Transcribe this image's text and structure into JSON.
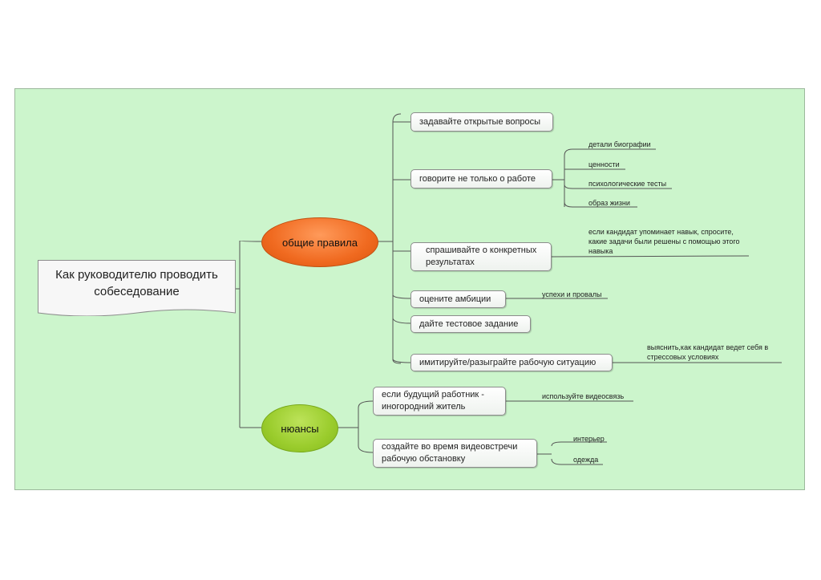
{
  "root": {
    "line1": "Как руководителю проводить",
    "line2": "собеседование"
  },
  "branches": [
    {
      "label": "общие правила",
      "color": "#f06a20",
      "topics": [
        {
          "label": "задавайте открытые вопросы"
        },
        {
          "label": "говорите не только о работе",
          "leaves": [
            "детали биографии",
            "ценности",
            "психологические тесты",
            "образ жизни"
          ]
        },
        {
          "label": "спрашивайте о конкретных результатах",
          "leaves": [
            "если кандидат упоминает навык, спросите, какие задачи были решены с помощью этого навыка"
          ]
        },
        {
          "label": "оцените амбиции",
          "leaves": [
            "успехи и провалы"
          ]
        },
        {
          "label": "дайте тестовое задание"
        },
        {
          "label": "имитируйте/разыграйте рабочую ситуацию",
          "leaves": [
            "выяснить,как кандидат ведет себя в стрессовых условиях"
          ]
        }
      ]
    },
    {
      "label": "нюансы",
      "color": "#9acc2c",
      "topics": [
        {
          "label": "если будущий работник - иногородний житель",
          "leaves": [
            "используйте видеосвязь"
          ]
        },
        {
          "label": "создайте во время видеовстречи рабочую обстановку",
          "leaves": [
            "интерьер",
            "одежда"
          ]
        }
      ]
    }
  ],
  "colors": {
    "background": "#ccf5cc",
    "connector": "#555555",
    "orange_branch": "#f06a20",
    "green_branch": "#9acc2c"
  }
}
